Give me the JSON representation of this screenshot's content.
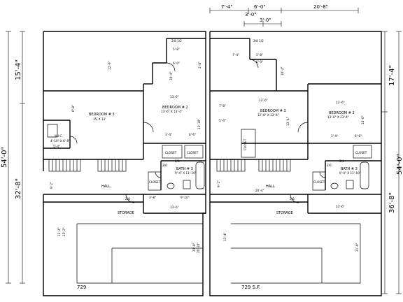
{
  "top_dims": {
    "row1": [
      "7'-4\"",
      "6'-0\"",
      "20'-8\""
    ],
    "row2": [
      "3'-0\"",
      "3'-0\""
    ]
  },
  "side_dims": {
    "left_total": "54'-0\"",
    "left_upper": "15'-4\"",
    "left_lower": "32'-8\"",
    "right_total": "54'-0\"",
    "right_upper": "17'-4\"",
    "right_lower": "36'-8\""
  },
  "left_unit": {
    "bed3": "BEDROOM # 3",
    "bed3_size": "15' X 13'",
    "bed2": "BEDROOM # 2",
    "bed2_size": "13'-6\" X 13'-4\"",
    "wic": "W.I.C.",
    "wic_size": "4'-10\" X 6'-8\"",
    "bath": "BATH # 3",
    "bath_size": "9'-4\" X 11'-10\"",
    "hall": "HALL",
    "storage": "STORAGE",
    "closet1": "CLOSET",
    "closet2": "CLOSET",
    "closet3": "CLOSET",
    "area": "729",
    "d_12_9": "12'-9\"",
    "d_13_6": "13'-6\"",
    "d_13_10": "13'-10\"",
    "d_10_4": "10'-4\"",
    "d_6_8": "6'-8\"",
    "d_5_4": "5'-4\"",
    "d_3_4": "3'-4\"",
    "d_6_6": "6'-6\"",
    "d_3_8": "3'-8\"",
    "d_9_10": "9'-10\"",
    "d_13_6b": "13'-6\"",
    "d_21_0": "21'-0\"",
    "d_20_10": "20'-10\"",
    "d_13_4": "13'-4\"",
    "d_13_2": "13'-2\"",
    "d_9_2": "9'-2\"",
    "d_5_8": "5'-8\"",
    "d_6_0": "6'-0\"",
    "d_2_8": "2'-8\"",
    "d_2_8_12": "2/8 1/2",
    "d_2_4": "2/4",
    "d_2_6": "2/6",
    "d_2_8_door": "2/8"
  },
  "right_unit": {
    "bed3": "BEDROOM # 3",
    "bed3_size": "12'-8\" X 13'-4\"",
    "bed2": "BEDROOM # 2",
    "bed2_size": "13'-6\" X 13'-4\"",
    "bath": "BATH # 3",
    "bath_size": "9'-4\" X 11'-10\"",
    "hall": "HALL",
    "storage": "STORAGE",
    "closet1": "CLOSET",
    "closet2": "CLOSET",
    "closet3": "CLOSET",
    "area": "729 S.F.",
    "d_13_0": "13'-0\"",
    "d_13_6": "13'-6\"",
    "d_14_0": "14'-0\"",
    "d_13_4": "13'-4\"",
    "d_10_4": "10'-4\"",
    "d_7_8": "7'-8\"",
    "d_5_4": "5'-4\"",
    "d_3_4": "3'-4\"",
    "d_6_6": "6'-6\"",
    "d_20_4": "20'-4\"",
    "d_13_6b": "13'-6\"",
    "d_21_0": "21'-0\"",
    "d_13_4b": "13'-4\"",
    "d_9_2": "9'-2\"",
    "d_7_4": "7'-4\"",
    "d_5_8": "5'-8\"",
    "d_6_0": "6'-0\"",
    "d_2_8_12": "2/8 1/2",
    "d_2_4": "2/4",
    "d_2_6": "2/6",
    "d_2_8_door": "2/8"
  }
}
